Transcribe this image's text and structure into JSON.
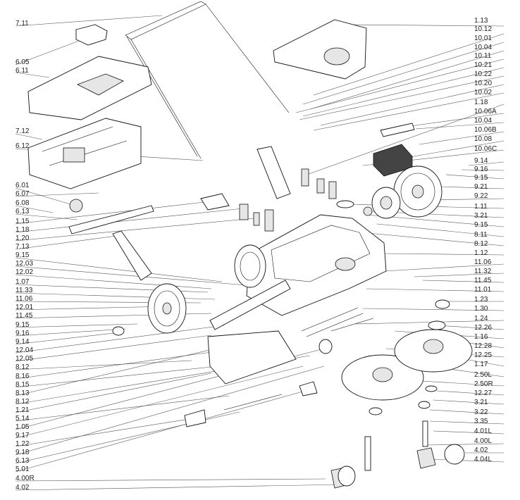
{
  "diagram": {
    "left_labels": [
      "7.11",
      "6.05",
      "6.11",
      "7.12",
      "6.12",
      "6.01",
      "6.07",
      "6.08",
      "6.13",
      "1.15",
      "1.18",
      "1.20",
      "7.13",
      "9.15",
      "12.03",
      "12.02",
      "1.07",
      "11.33",
      "11.06",
      "12.01",
      "11.45",
      "9.15",
      "9.16",
      "9.14",
      "12.04",
      "12.05",
      "8.12",
      "8.16",
      "8.15",
      "8.13",
      "8.12",
      "1.21",
      "5.14",
      "1.05",
      "9.17",
      "1.22",
      "9.18",
      "6.13",
      "5.01",
      "4.00R",
      "4.02"
    ],
    "right_labels": [
      "1.13",
      "10.12",
      "10.01",
      "10.04",
      "10.11",
      "10.21",
      "10.22",
      "10.20",
      "10.02",
      "1.18",
      "10.06A",
      "10.04",
      "10.06B",
      "10.08",
      "10.06C",
      "9.14",
      "9.16",
      "9.15",
      "9.21",
      "9.22",
      "1.11",
      "3.21",
      "9.15",
      "8.11",
      "8.12",
      "1.12",
      "11.06",
      "11.32",
      "11.45",
      "11.01",
      "1.23",
      "1.30",
      "1.24",
      "12.26",
      "1.16",
      "12.28",
      "12.25",
      "1.17",
      "2.50L",
      "2.50R",
      "12.27",
      "3.21",
      "3.22",
      "3.35",
      "4.01L",
      "4.00L",
      "4.02",
      "4.04L"
    ]
  }
}
